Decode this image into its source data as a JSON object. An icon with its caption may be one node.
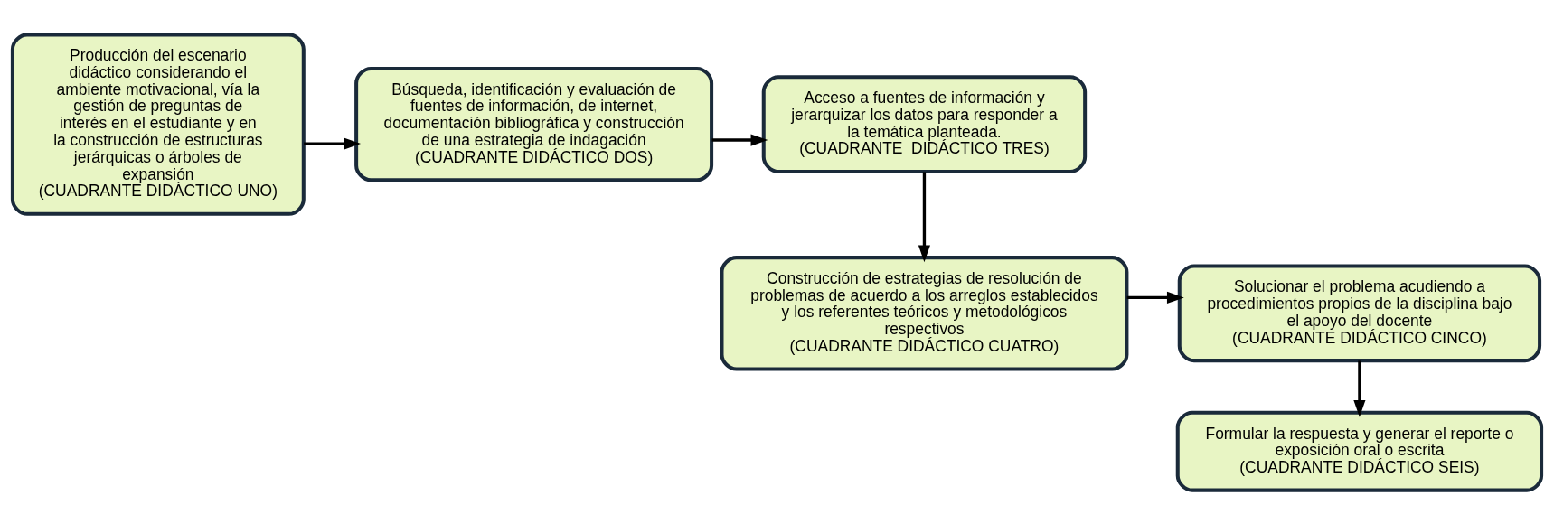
{
  "diagram": {
    "nodes": [
      {
        "text": [
          "Producción del escenario didáctico considerando el ambiente motivacional, vía la gestión de preguntas de interés en el estudiante y en la construcción de estructuras jerárquicas o árboles de expansión",
          "(CUADRANTE DIDÁCTICO UNO)"
        ]
      },
      {
        "text": [
          "Búsqueda, identificación y evaluación de fuentes de información, de internet, documentación bibliográfica y construcción de una estrategia de indagación",
          "(CUADRANTE DIDÁCTICO DOS)"
        ]
      },
      {
        "text": [
          "Acceso a fuentes de información y jerarquizar los datos para responder a la temática planteada.",
          "(CUADRANTE  DIDÁCTICO TRES)"
        ]
      },
      {
        "text": [
          "Construcción de estrategias de resolución de problemas de acuerdo a los arreglos establecidos y los referentes teóricos y metodológicos respectivos",
          "(CUADRANTE DIDÁCTICO CUATRO)"
        ]
      },
      {
        "text": [
          "Solucionar el problema acudiendo a procedimientos propios de la disciplina bajo el apoyo del docente",
          "(CUADRANTE DIDÁCTICO CINCO)"
        ]
      },
      {
        "text": [
          "Formular la respuesta y generar el reporte o exposición oral o escrita",
          "(CUADRANTE DIDÁCTICO SEIS)"
        ]
      }
    ],
    "edges": [
      {
        "from": 0,
        "to": 1,
        "arrow": "to"
      },
      {
        "from": 1,
        "to": 2,
        "arrow": "to"
      },
      {
        "from": 2,
        "to": 3,
        "arrow": "to"
      },
      {
        "from": 3,
        "to": 4,
        "arrow": "to"
      },
      {
        "from": 4,
        "to": 5,
        "arrow": "to"
      }
    ]
  }
}
